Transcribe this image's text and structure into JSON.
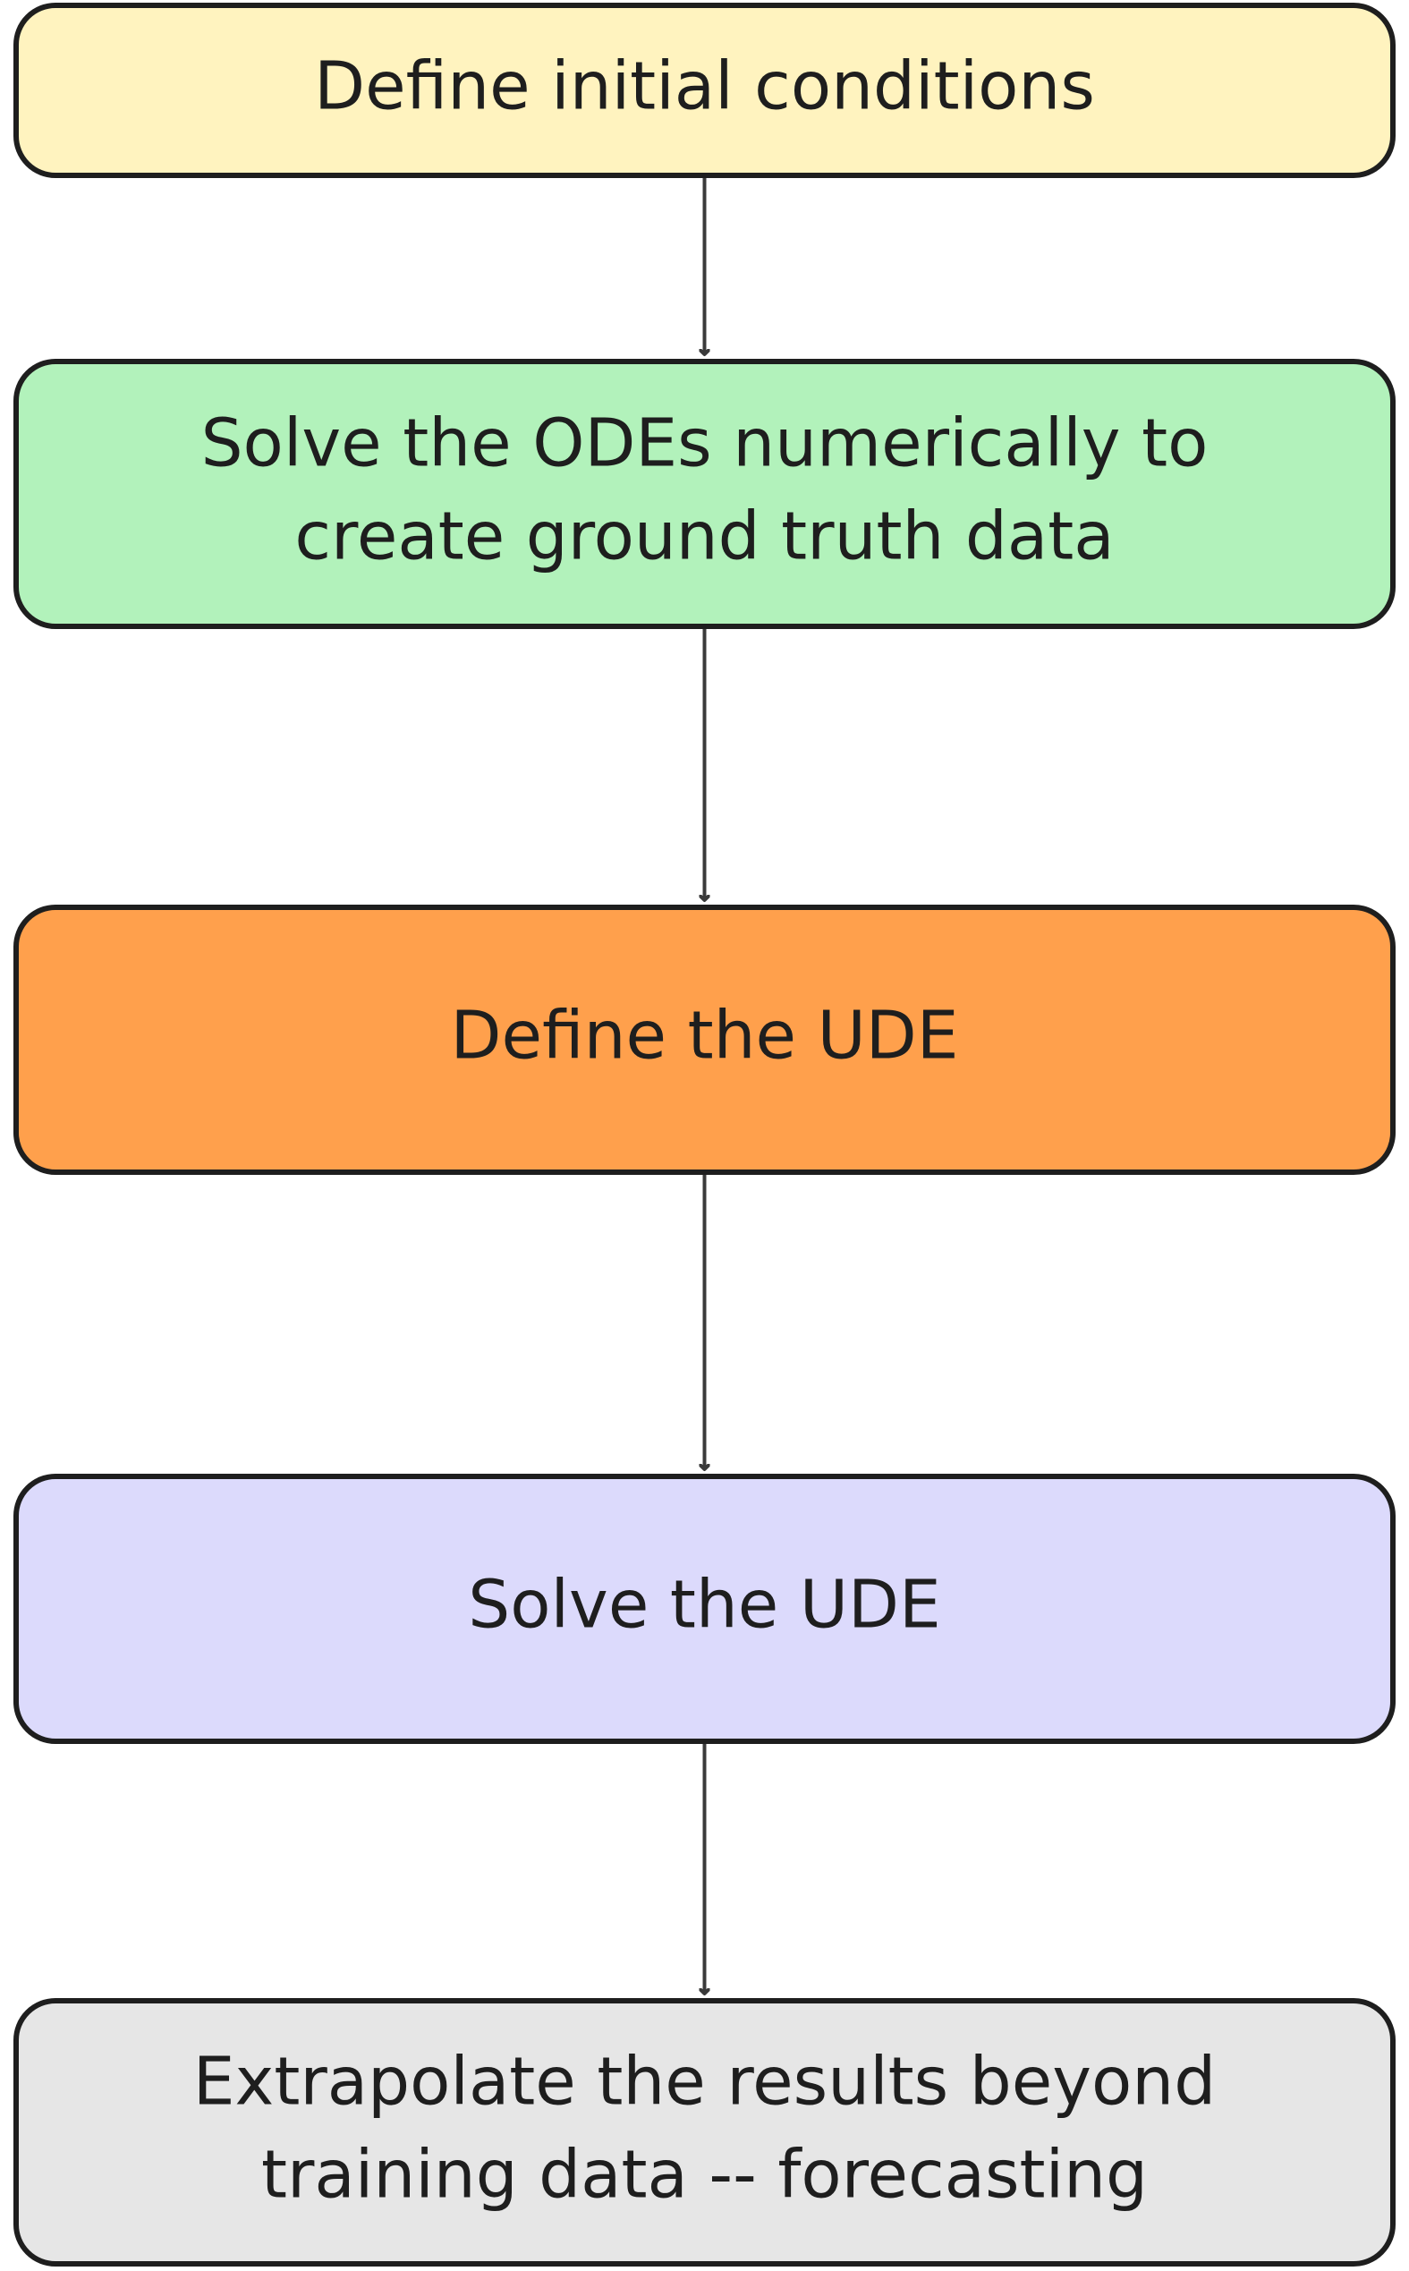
{
  "diagram": {
    "type": "flowchart",
    "stroke_color": "#1e1e1e",
    "connector_color": "#3a3a3a",
    "nodes": [
      {
        "id": "define-initial-conditions",
        "lines": [
          "Define initial conditions"
        ],
        "fill": "#fff3bf"
      },
      {
        "id": "solve-odes",
        "lines": [
          "Solve the ODEs numerically to",
          "create ground truth data"
        ],
        "fill": "#b2f2bb"
      },
      {
        "id": "define-ude",
        "lines": [
          "Define the UDE"
        ],
        "fill": "#ffa04c"
      },
      {
        "id": "solve-ude",
        "lines": [
          "Solve the UDE"
        ],
        "fill": "#dcdafc"
      },
      {
        "id": "extrapolate",
        "lines": [
          "Extrapolate the results beyond",
          "training data -- forecasting"
        ],
        "fill": "#e6e6e6"
      }
    ],
    "edges": [
      {
        "from": "define-initial-conditions",
        "to": "solve-odes"
      },
      {
        "from": "solve-odes",
        "to": "define-ude"
      },
      {
        "from": "define-ude",
        "to": "solve-ude"
      },
      {
        "from": "solve-ude",
        "to": "extrapolate"
      }
    ]
  }
}
